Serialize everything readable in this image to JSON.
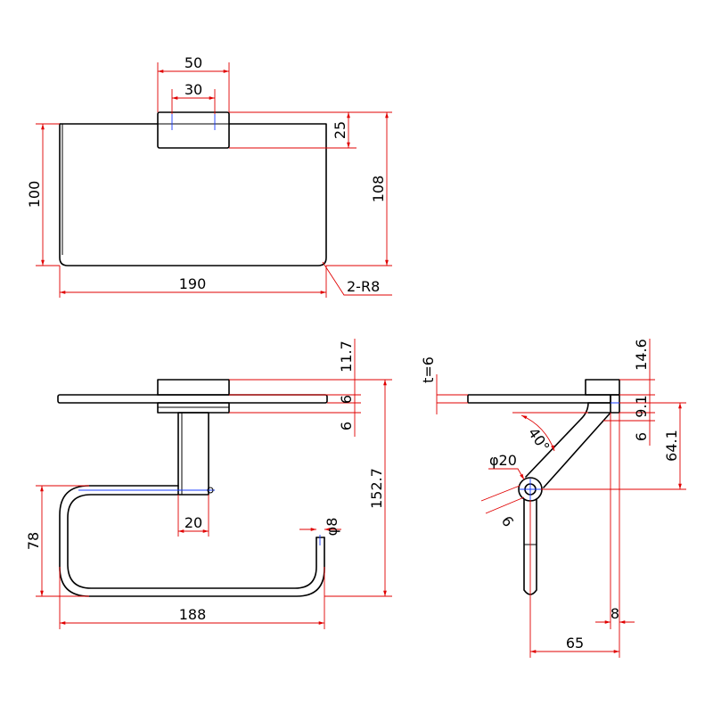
{
  "colors": {
    "object": "#000000",
    "dimension": "#e00000",
    "center": "#1a3cff"
  },
  "front_view": {
    "dims": {
      "base_width": "50",
      "hole_spacing": "30",
      "base_height": "25",
      "total_height": "108",
      "shelf_height": "100",
      "shelf_width": "190",
      "corner_radius": "2-R8"
    }
  },
  "top_view": {
    "dims": {
      "base_depth": "11.7",
      "shelf_thickness": "6",
      "bracket_thickness": "6",
      "total_depth": "152.7",
      "post_width": "20",
      "rod_diameter": "φ8",
      "loop_height": "78",
      "loop_width": "188"
    }
  },
  "side_view": {
    "dims": {
      "thickness": "t=6",
      "base_depth": "14.6",
      "gap_a": "9.1",
      "gap_b": "6",
      "drop": "64.1",
      "angle": "40°",
      "boss_diameter": "φ20",
      "boss_offset": "6",
      "reach": "65",
      "wall_offset": "8"
    }
  }
}
